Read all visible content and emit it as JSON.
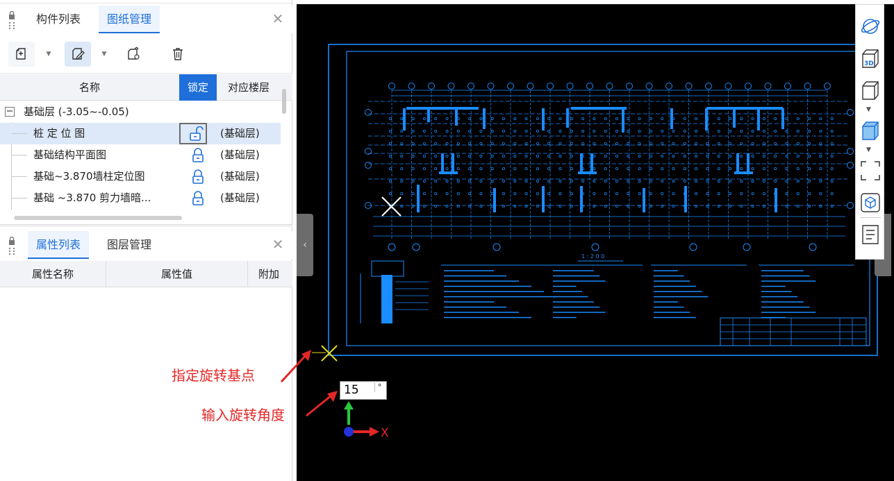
{
  "drawing_panel": {
    "tabs": [
      "构件列表",
      "图纸管理"
    ],
    "active_tab": "图纸管理",
    "columns": {
      "name": "名称",
      "lock": "锁定",
      "floor": "对应楼层"
    },
    "group": {
      "label": "基础层 (-3.05~-0.05)",
      "expanded_symbol": "−"
    },
    "rows": [
      {
        "name": "桩 定 位 图",
        "floor": "(基础层)",
        "locked": false,
        "selected": true
      },
      {
        "name": "基础结构平面图",
        "floor": "(基础层)",
        "locked": true,
        "selected": false
      },
      {
        "name": "基础~3.870墙柱定位图",
        "floor": "(基础层)",
        "locked": true,
        "selected": false
      },
      {
        "name": "基础 ~3.870 剪力墙暗...",
        "floor": "(基础层)",
        "locked": true,
        "selected": false
      }
    ]
  },
  "property_panel": {
    "tabs": [
      "属性列表",
      "图层管理"
    ],
    "active_tab": "属性列表",
    "columns": {
      "name": "属性名称",
      "value": "属性值",
      "extra": "附加"
    }
  },
  "canvas": {
    "annotation_base_point": "指定旋转基点",
    "annotation_angle": "输入旋转角度",
    "angle_value": "15",
    "angle_unit": "°",
    "axis_x_label": "X",
    "scale_label": "1 : 2 0 0",
    "colors": {
      "background": "#000000",
      "drawing": "#1a8cff",
      "marker": "#e8e020",
      "annotation": "#e32727"
    }
  },
  "view_toolbar": {
    "three_d_label": "3D",
    "icons": [
      "orbit-icon",
      "3d-view-icon",
      "cube-outline-icon",
      "cube-shaded-icon",
      "fullscreen-icon",
      "layer-cube-icon",
      "list-doc-icon"
    ]
  }
}
